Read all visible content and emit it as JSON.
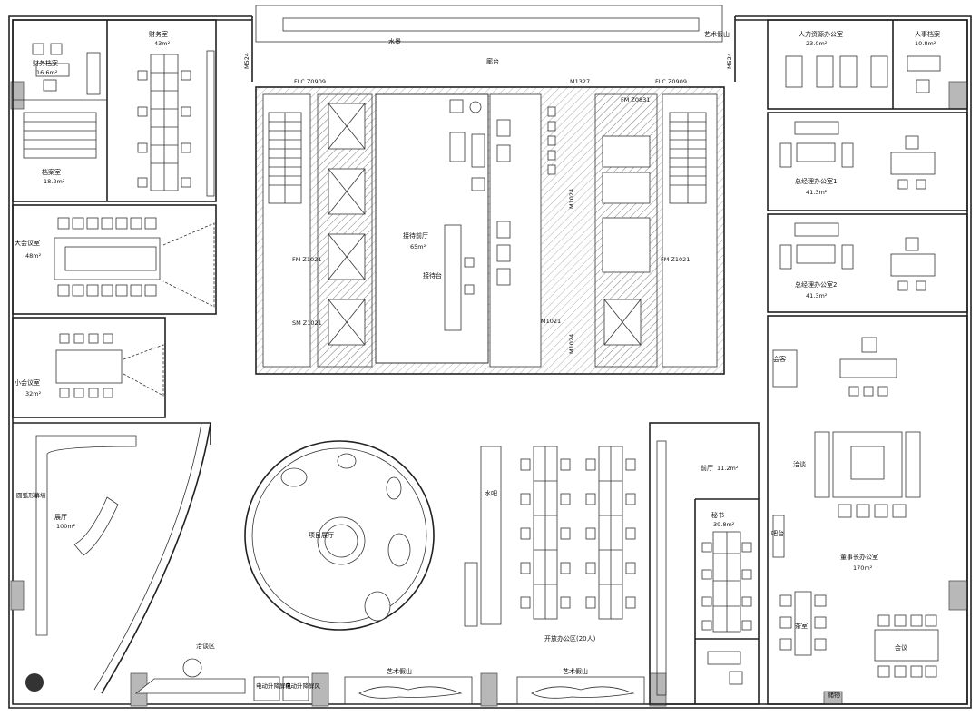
{
  "plan": {
    "door_tags": {
      "m524_left": "M524",
      "m524_right": "M524",
      "m1327": "M1327",
      "flc_left": "FLC Z0909",
      "flc_right": "FLC Z0909",
      "fm_left": "FM Z1021",
      "fm_top": "FM Z0831",
      "fm_right": "FM Z1021",
      "sm_left": "SM Z1021",
      "m1021": "M1021",
      "m1024_a": "M1024",
      "m1024_b": "M1024"
    },
    "rooms": {
      "archive": {
        "name": "财务档案",
        "area": "16.6m²"
      },
      "finance": {
        "name": "财务室",
        "area": "43m²"
      },
      "records": {
        "name": "档案室",
        "area": "18.2m²"
      },
      "large_meeting": {
        "name": "大会议室",
        "area": "48m²"
      },
      "small_meeting": {
        "name": "小会议室",
        "area": "32m²"
      },
      "exhibition": {
        "name": "展厅",
        "area": "100m²"
      },
      "reception_hall": {
        "name": "接待前厅",
        "area": "65m²"
      },
      "reception_desk": {
        "name": "接待台"
      },
      "project_hall": {
        "name": "项目展厅"
      },
      "open_office": {
        "name": "开放办公区(20人)"
      },
      "water_bar": {
        "name": "水吧"
      },
      "waiting": {
        "name": "洽谈区"
      },
      "hr_office": {
        "name": "人力资源办公室",
        "area": "23.0m²"
      },
      "hr_archive": {
        "name": "人事档案",
        "area": "10.8m²"
      },
      "gm_office1": {
        "name": "总经理办公室1",
        "area": "41.3m²"
      },
      "gm_office2": {
        "name": "总经理办公室2",
        "area": "41.3m²"
      },
      "hall_small": {
        "name": "前厅",
        "area": "11.2m²"
      },
      "secretary": {
        "name": "秘书",
        "area": "39.8m²"
      },
      "chairman": {
        "name": "董事长办公室",
        "area": "170m²"
      },
      "tea": {
        "name": "茶室"
      },
      "meeting_right": {
        "name": "会议"
      },
      "chat": {
        "name": "洽谈"
      },
      "reception_sofa": {
        "name": "会客"
      },
      "store": {
        "name": "储物"
      },
      "bar": {
        "name": "吧台"
      },
      "water": {
        "name": "水景"
      },
      "corridor_top": {
        "name": "廊台"
      },
      "art_left": {
        "name": "艺术假山"
      },
      "art_right": {
        "name": "艺术假山"
      },
      "art_top": {
        "name": "艺术假山"
      },
      "elev_sign1": {
        "name": "电动升降屏风"
      },
      "elev_sign2": {
        "name": "电动升降屏风"
      },
      "fans": {
        "name": "圆弧形幕墙"
      }
    }
  }
}
